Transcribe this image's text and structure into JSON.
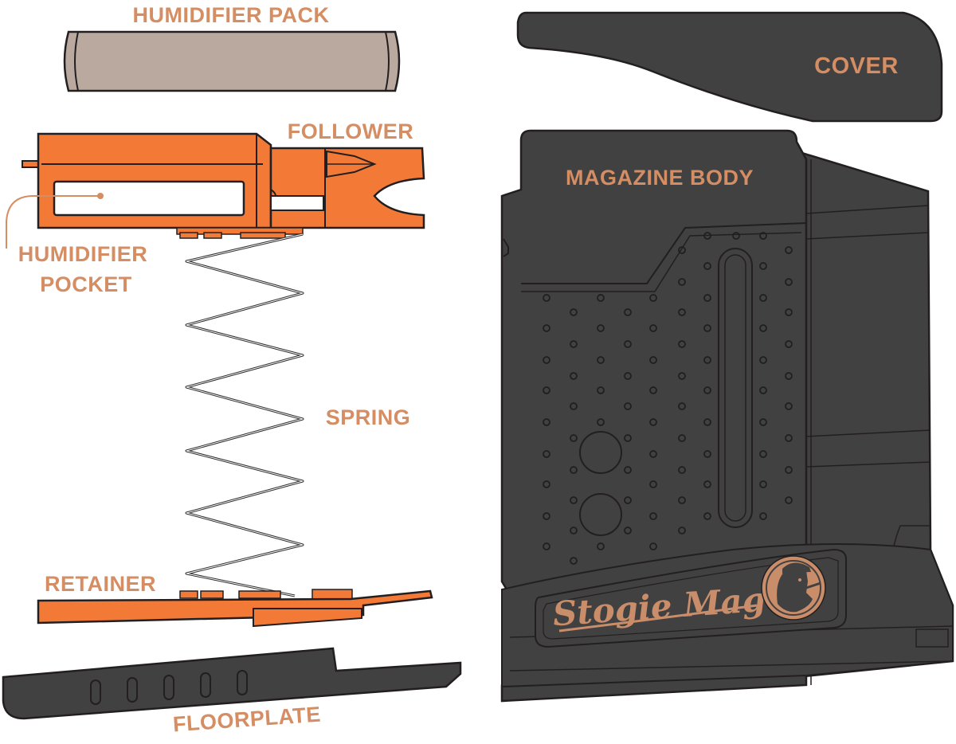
{
  "labels": {
    "humidifier_pack": "HUMIDIFIER PACK",
    "cover": "COVER",
    "follower": "FOLLOWER",
    "magazine_body": "MAGAZINE BODY",
    "humidifier_pocket_line1": "HUMIDIFIER",
    "humidifier_pocket_line2": "POCKET",
    "spring": "SPRING",
    "retainer": "RETAINER",
    "floorplate": "FLOORPLATE"
  },
  "brand": {
    "logo_text": "Stogie Mag"
  },
  "colors": {
    "label_text": "#d58d63",
    "orange_part": "#f37a36",
    "dark_part": "#414141",
    "humidifier_pack": "#b9a99f",
    "outline": "#231f20"
  }
}
